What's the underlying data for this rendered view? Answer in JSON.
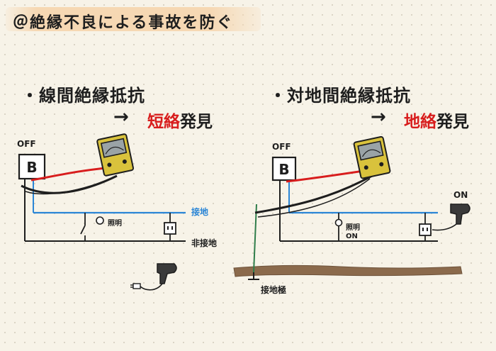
{
  "title": "＠絶縁不良による事故を防ぐ",
  "left": {
    "heading": "・線間絶縁抵抗",
    "arrow": "→",
    "result_red": "短絡",
    "result_black": "発見",
    "off_label": "OFF",
    "breaker_letter": "B",
    "ground_line_label": "接地",
    "lamp_label": "照明",
    "nonground_label": "非接地"
  },
  "right": {
    "heading": "・対地間絶縁抵抗",
    "arrow": "→",
    "result_red": "地絡",
    "result_black": "発見",
    "off_label": "OFF",
    "breaker_letter": "B",
    "lamp_label": "照明",
    "lamp_state": "ON",
    "appliance_state": "ON",
    "electrode_label": "接地極"
  },
  "colors": {
    "accent_red": "#d81d1d",
    "ground_blue": "#2b86d6",
    "title_band": "#f6d6b0",
    "earth_brown": "#8b6a4c",
    "ground_rod_green": "#2f7d4a",
    "tester_yellow": "#d9c23c"
  },
  "icons": [
    "megger-tester-icon",
    "breaker-icon",
    "lamp-icon",
    "outlet-icon",
    "hair-dryer-icon",
    "ground-electrode-icon"
  ]
}
